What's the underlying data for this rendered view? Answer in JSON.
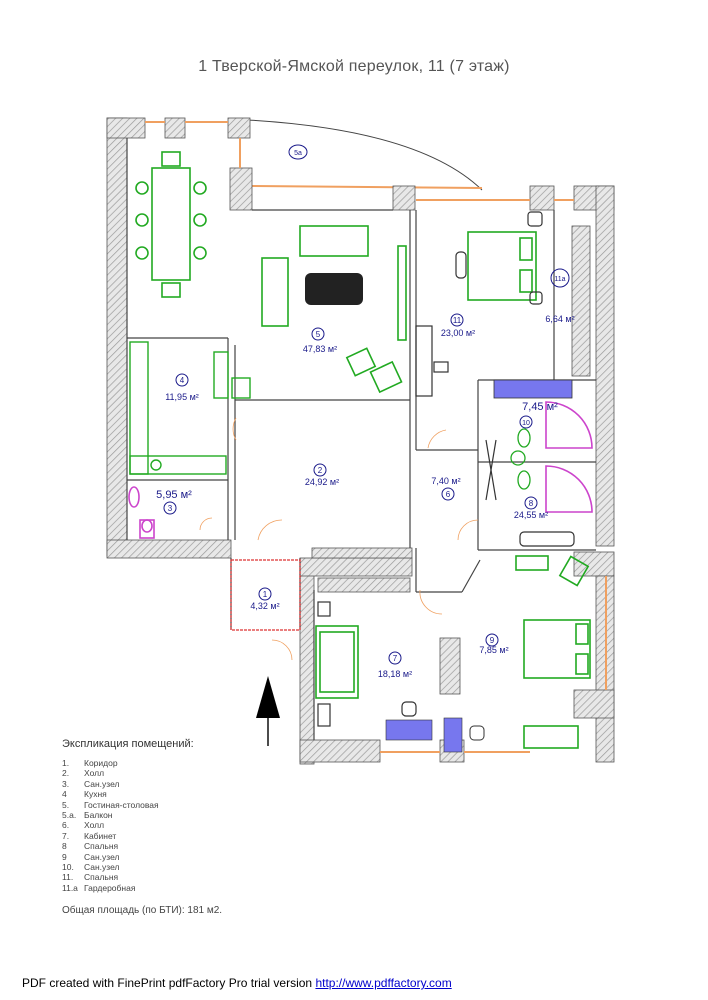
{
  "title": "1 Тверской-Ямской переулок, 11 (7 этаж)",
  "rooms": [
    {
      "id": "1",
      "area": "4,32 м²"
    },
    {
      "id": "2",
      "area": "24,92 м²"
    },
    {
      "id": "3",
      "area": "5,95 м²"
    },
    {
      "id": "4",
      "area": "11,95 м²"
    },
    {
      "id": "5",
      "area": "47,83 м²"
    },
    {
      "id": "5а",
      "area": ""
    },
    {
      "id": "6",
      "area": "7,40 м²"
    },
    {
      "id": "7",
      "area": "18,18 м²"
    },
    {
      "id": "8",
      "area": "24,55 м²"
    },
    {
      "id": "9",
      "area": "7,85 м²"
    },
    {
      "id": "10",
      "area": "7,45 м²"
    },
    {
      "id": "11",
      "area": "23,00 м²"
    },
    {
      "id": "11а",
      "area": "6,64 м²"
    }
  ],
  "legend": {
    "heading": "Экспликация помещений:",
    "items": [
      {
        "num": "1.",
        "name": "Коридор"
      },
      {
        "num": "2.",
        "name": "Холл"
      },
      {
        "num": "3.",
        "name": "Сан.узел"
      },
      {
        "num": "4",
        "name": "Кухня"
      },
      {
        "num": "5.",
        "name": "Гостиная-столовая"
      },
      {
        "num": "5.а.",
        "name": "Балкон"
      },
      {
        "num": "6.",
        "name": "Холл"
      },
      {
        "num": "7.",
        "name": "Кабинет"
      },
      {
        "num": "8",
        "name": "Спальня"
      },
      {
        "num": "9",
        "name": "Сан.узел"
      },
      {
        "num": "10.",
        "name": "Сан.узел"
      },
      {
        "num": "11.",
        "name": "Спальня"
      },
      {
        "num": "11.а",
        "name": "Гардеробная"
      }
    ]
  },
  "total": "Общая площадь (по БТИ): 181 м2.",
  "footer": {
    "text": "PDF created with FinePrint pdfFactory Pro trial version ",
    "link": "http://www.pdffactory.com"
  },
  "colors": {
    "wall": "#c8c8c8",
    "window": "#f0a060",
    "furniture": "#22aa22",
    "bath": "#cc44cc",
    "desk": "#7777ee",
    "corridor": "#dd3333",
    "label": "#1a1a8a"
  },
  "icons": {
    "north": "north-arrow-icon"
  }
}
